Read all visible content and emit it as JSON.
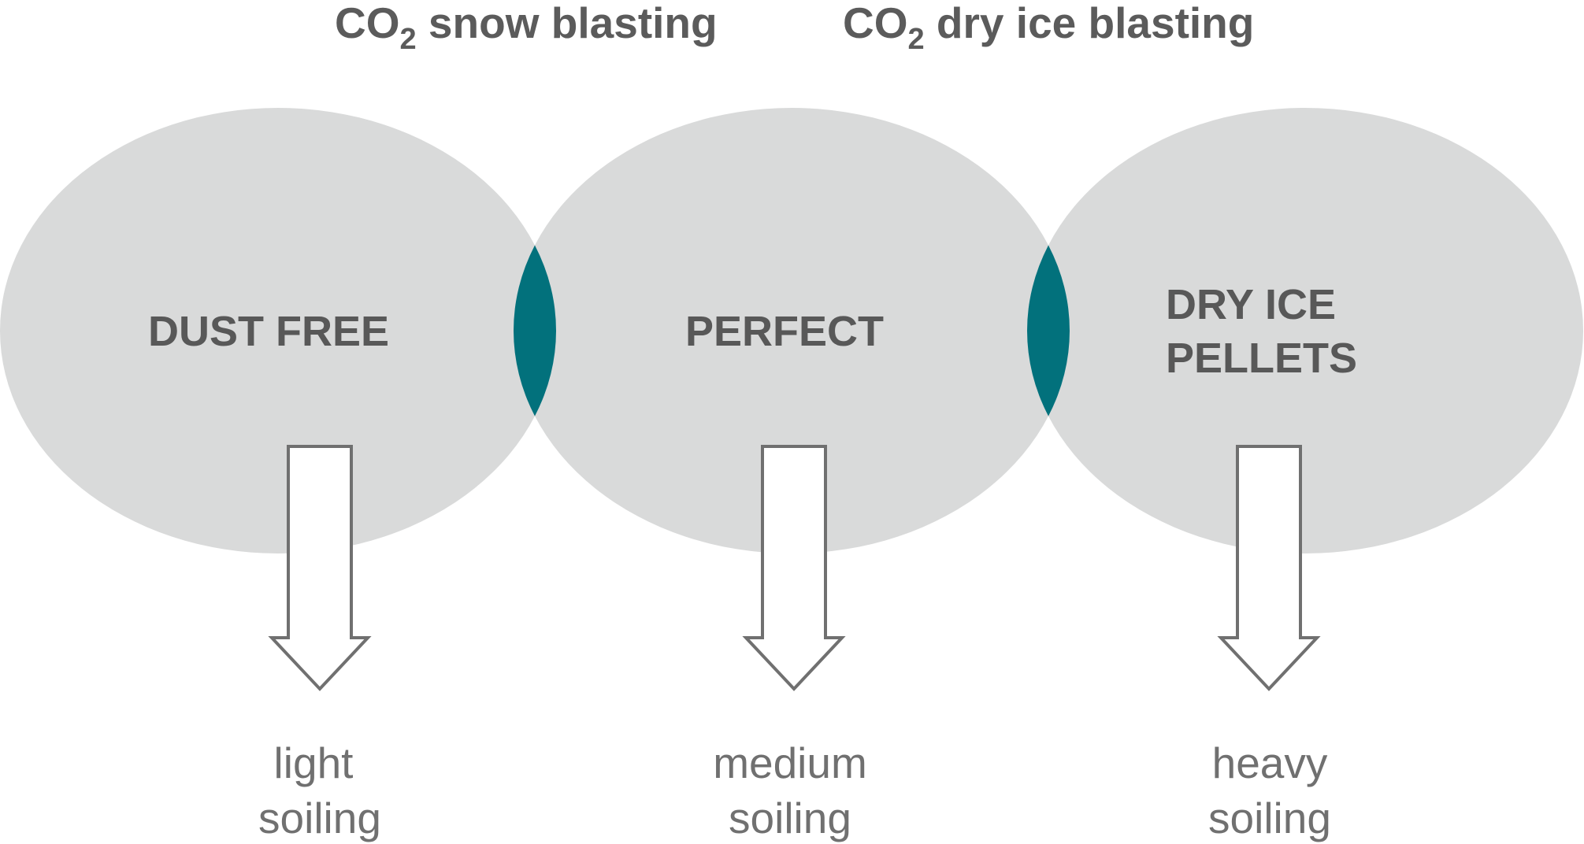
{
  "colors": {
    "ellipse_fill": "#d9dada",
    "overlap_fill": "#02717c",
    "text_dark": "#585858",
    "text_light": "#707070",
    "arrow_stroke": "#707070"
  },
  "top_labels": {
    "snow": {
      "prefix": "CO",
      "subscript": "2",
      "suffix": " snow blasting"
    },
    "dry_ice": {
      "prefix": "CO",
      "subscript": "2",
      "suffix": " dry ice blasting"
    }
  },
  "ellipses": {
    "left": {
      "label_lines": [
        "DUST FREE"
      ]
    },
    "middle": {
      "label_lines": [
        "PERFECT"
      ]
    },
    "right": {
      "label_lines": [
        "DRY ICE",
        "PELLETS"
      ]
    }
  },
  "outcomes": {
    "left": {
      "lines": [
        "light",
        "soiling"
      ]
    },
    "middle": {
      "lines": [
        "medium",
        "soiling"
      ]
    },
    "right": {
      "lines": [
        "heavy",
        "soiling"
      ]
    }
  },
  "icons": {
    "left_arrow": "arrow-down-icon",
    "middle_arrow": "arrow-down-icon",
    "right_arrow": "arrow-down-icon"
  }
}
